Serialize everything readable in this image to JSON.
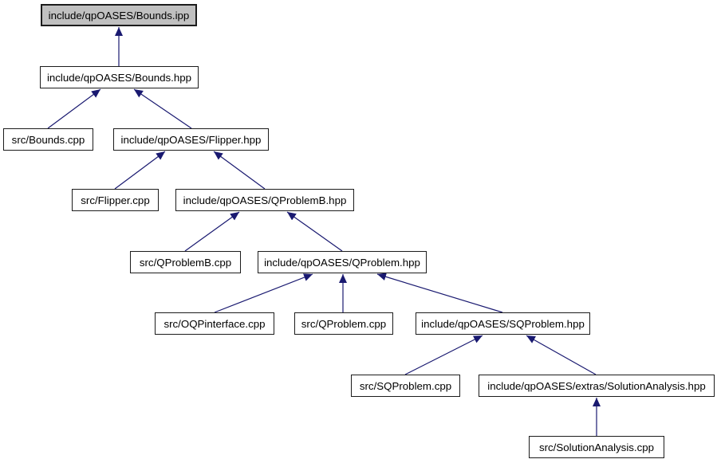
{
  "diagram": {
    "kind": "include-dependency-graph",
    "colors": {
      "edge": "#191970",
      "node_fill": "#ffffff",
      "node_border": "#1c1c1c",
      "highlight_fill": "#c0c0c0",
      "text": "#000000",
      "background": "#ffffff"
    },
    "nodes": [
      {
        "id": "bounds-ipp",
        "label": "include/qpOASES/Bounds.ipp",
        "highlighted": true
      },
      {
        "id": "bounds-hpp",
        "label": "include/qpOASES/Bounds.hpp",
        "highlighted": false
      },
      {
        "id": "bounds-cpp",
        "label": "src/Bounds.cpp",
        "highlighted": false
      },
      {
        "id": "flipper-hpp",
        "label": "include/qpOASES/Flipper.hpp",
        "highlighted": false
      },
      {
        "id": "flipper-cpp",
        "label": "src/Flipper.cpp",
        "highlighted": false
      },
      {
        "id": "qproblemb-hpp",
        "label": "include/qpOASES/QProblemB.hpp",
        "highlighted": false
      },
      {
        "id": "qproblemb-cpp",
        "label": "src/QProblemB.cpp",
        "highlighted": false
      },
      {
        "id": "qproblem-hpp",
        "label": "include/qpOASES/QProblem.hpp",
        "highlighted": false
      },
      {
        "id": "oqpinterface-cpp",
        "label": "src/OQPinterface.cpp",
        "highlighted": false
      },
      {
        "id": "qproblem-cpp",
        "label": "src/QProblem.cpp",
        "highlighted": false
      },
      {
        "id": "sqproblem-hpp",
        "label": "include/qpOASES/SQProblem.hpp",
        "highlighted": false
      },
      {
        "id": "sqproblem-cpp",
        "label": "src/SQProblem.cpp",
        "highlighted": false
      },
      {
        "id": "solutionanalysis-hpp",
        "label": "include/qpOASES/extras/SolutionAnalysis.hpp",
        "highlighted": false
      },
      {
        "id": "solutionanalysis-cpp",
        "label": "src/SolutionAnalysis.cpp",
        "highlighted": false
      }
    ],
    "edges": [
      {
        "from": "bounds-hpp",
        "to": "bounds-ipp"
      },
      {
        "from": "bounds-cpp",
        "to": "bounds-hpp"
      },
      {
        "from": "flipper-hpp",
        "to": "bounds-hpp"
      },
      {
        "from": "flipper-cpp",
        "to": "flipper-hpp"
      },
      {
        "from": "qproblemb-hpp",
        "to": "flipper-hpp"
      },
      {
        "from": "qproblemb-cpp",
        "to": "qproblemb-hpp"
      },
      {
        "from": "qproblem-hpp",
        "to": "qproblemb-hpp"
      },
      {
        "from": "oqpinterface-cpp",
        "to": "qproblem-hpp"
      },
      {
        "from": "qproblem-cpp",
        "to": "qproblem-hpp"
      },
      {
        "from": "sqproblem-hpp",
        "to": "qproblem-hpp"
      },
      {
        "from": "sqproblem-cpp",
        "to": "sqproblem-hpp"
      },
      {
        "from": "solutionanalysis-hpp",
        "to": "sqproblem-hpp"
      },
      {
        "from": "solutionanalysis-cpp",
        "to": "solutionanalysis-hpp"
      }
    ]
  }
}
